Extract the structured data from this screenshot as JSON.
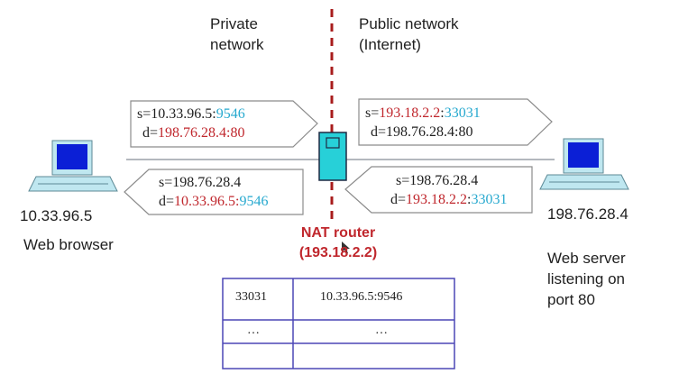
{
  "regions": {
    "private": [
      "Private",
      "network"
    ],
    "public": [
      "Public network",
      "(Internet)"
    ]
  },
  "hosts": {
    "client": {
      "ip": "10.33.96.5",
      "role": "Web browser"
    },
    "server": {
      "ip": "198.76.28.4",
      "role_lines": [
        "Web server",
        "listening on",
        "port 80"
      ]
    }
  },
  "router": {
    "name": "NAT router",
    "ip": "(193.18.2.2)"
  },
  "packets": {
    "out_private": {
      "s_prefix": "s=",
      "s_ip": "10.33.96.5",
      "s_colon": ":",
      "s_port": "9546",
      "d_prefix": "d=",
      "d_ip": "198.76.28.4",
      "d_rest": ":80"
    },
    "out_public": {
      "s_prefix": "s=",
      "s_ip": "193.18.2.2",
      "s_colon": ":",
      "s_port": "33031",
      "d_prefix": "d=",
      "d_ip": "198.76.28.4",
      "d_rest": ":80"
    },
    "in_public": {
      "s_prefix": "s=",
      "s_ip": "198.76.28.4",
      "d_prefix": "d=",
      "d_ip": "193.18.2.2",
      "d_colon": ":",
      "d_port": "33031"
    },
    "in_private": {
      "s_prefix": "s=",
      "s_ip": "198.76.28.4",
      "d_prefix": "d=",
      "d_ip": "10.33.96.5",
      "d_colon": ":",
      "d_port": "9546"
    }
  },
  "nat_table": {
    "rows": [
      {
        "port": "33031",
        "mapping": "10.33.96.5:9546"
      },
      {
        "port": "…",
        "mapping": "…"
      },
      {
        "port": "",
        "mapping": ""
      }
    ]
  },
  "colors": {
    "red": "#c0272d",
    "cyan": "#27a9cf",
    "link": "#9aa0a8",
    "table_border": "#4b47b5",
    "divider": "#a81c1c"
  }
}
